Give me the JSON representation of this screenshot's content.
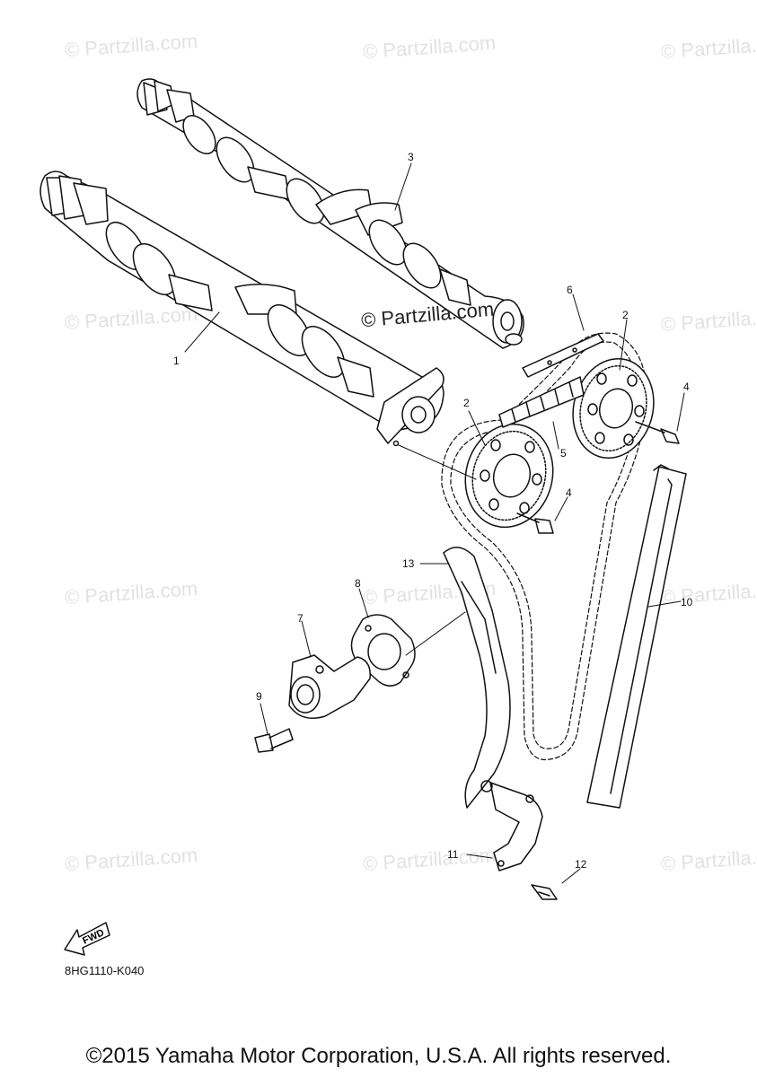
{
  "watermark": "© Partzilla.com",
  "center_watermark": "© Partzilla.com",
  "callouts": {
    "c1": "1",
    "c2a": "2",
    "c2b": "2",
    "c3": "3",
    "c4a": "4",
    "c4b": "4",
    "c5": "5",
    "c6": "6",
    "c7": "7",
    "c8": "8",
    "c9": "9",
    "c10": "10",
    "c11": "11",
    "c12": "12",
    "c13": "13"
  },
  "fwd_label": "FWD",
  "diagram_code": "8HG1110-K040",
  "copyright": "©2015 Yamaha Motor Corporation, U.S.A. All rights reserved."
}
